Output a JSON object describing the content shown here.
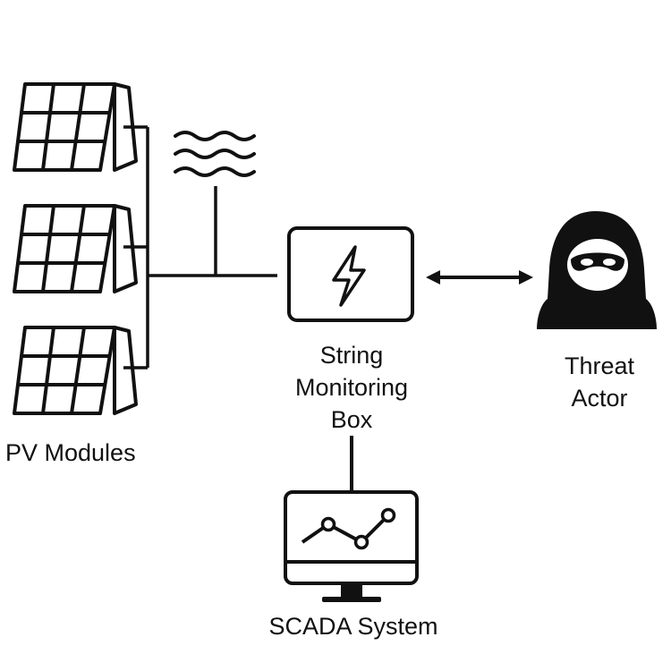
{
  "labels": {
    "pv_modules": "PV Modules",
    "string_monitoring_box": [
      "String",
      "Monitoring",
      "Box"
    ],
    "threat_actor": [
      "Threat",
      "Actor"
    ],
    "scada_system": "SCADA System"
  },
  "icons": {
    "pv": "solar-panel-icon",
    "box": "lightning-bolt-icon",
    "threat": "hooded-hacker-icon",
    "scada": "monitor-chart-icon",
    "wireless": "wireless-waves-icon"
  },
  "colors": {
    "stroke": "#111111",
    "background": "#ffffff"
  }
}
